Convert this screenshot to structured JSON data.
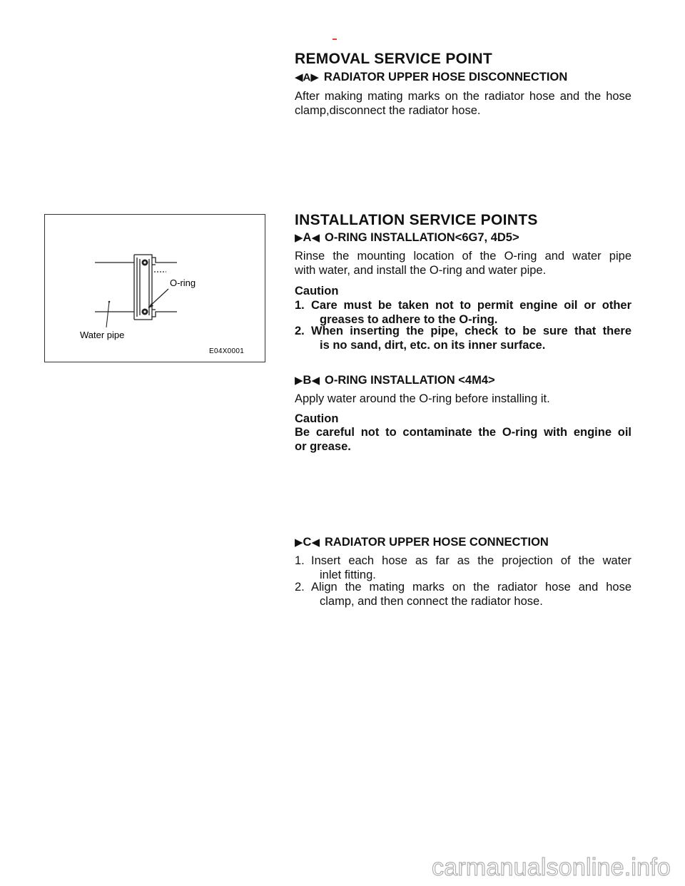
{
  "removal": {
    "title": "REMOVAL SERVICE POINT",
    "sub_markers": "◀A▶",
    "sub_title": "RADIATOR UPPER HOSE DISCONNECTION",
    "text_l1": "After making mating marks on the radiator hose and the hose",
    "text_l2": "clamp,disconnect the radiator hose."
  },
  "figure": {
    "label_oring": "O-ring",
    "label_water_pipe": "Water pipe",
    "code": "E04X0001"
  },
  "installation": {
    "title": "INSTALLATION SERVICE POINTS",
    "a": {
      "marker_letter": "A",
      "title": "O-RING INSTALLATION<6G7, 4D5>",
      "text_l1": "Rinse the mounting location of the O-ring and water pipe",
      "text_l2": "with water, and install the O-ring and water pipe.",
      "caution_label": "Caution",
      "caution_1_num": "1.",
      "caution_1_l1": "Care must be taken not to permit engine oil or other",
      "caution_1_l2": "greases to adhere to the O-ring.",
      "caution_2_num": "2.",
      "caution_2_l1": "When inserting the pipe, check to be sure that there",
      "caution_2_l2": "is no sand, dirt, etc. on its inner surface."
    },
    "b": {
      "marker_letter": "B",
      "title": "O-RING INSTALLATION <4M4>",
      "text": "Apply water around the O-ring before installing it.",
      "caution_label": "Caution",
      "caution_l1": "Be careful not to contaminate the O-ring with engine oil",
      "caution_l2": "or grease."
    },
    "c": {
      "marker_letter": "C",
      "title": "RADIATOR UPPER HOSE CONNECTION",
      "step_1_num": "1.",
      "step_1_l1": "Insert each hose as far as the projection of the water",
      "step_1_l2": "inlet fitting.",
      "step_2_num": "2.",
      "step_2_l1": "Align the mating marks on the radiator hose and hose",
      "step_2_l2": "clamp, and then connect the radiator hose."
    }
  },
  "watermark": "carmanualsonline.info"
}
